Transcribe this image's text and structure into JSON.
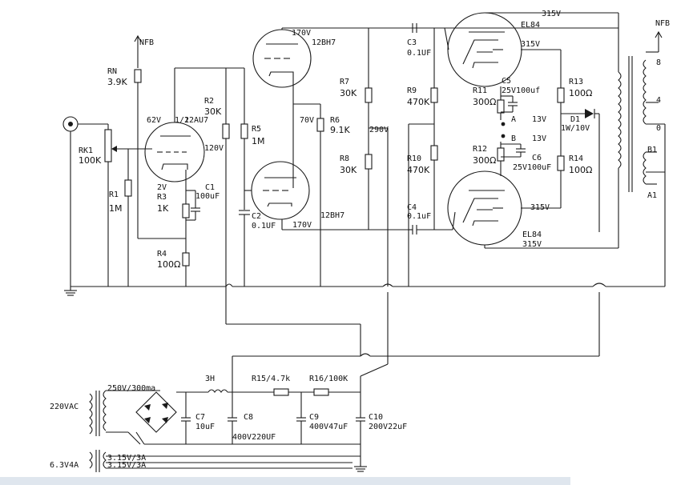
{
  "labels": {
    "nfb_in": "NFB",
    "rn": "RN",
    "rn_val": "3.9K",
    "rk1": "RK1",
    "rk1_val": "100K",
    "r1": "R1",
    "r1_val": "1M",
    "v62": "62V",
    "half": "1/2",
    "tube1": "12AU7",
    "v120": "120V",
    "r2": "R2",
    "r2_val": "30K",
    "r5": "R5",
    "r5_val": "1M",
    "v2": "2V",
    "r3": "R3",
    "r3_val": "1K",
    "c1": "C1",
    "c1_val": "100uF",
    "r4": "R4",
    "r4_val": "100Ω",
    "c2": "C2",
    "c2_val": "0.1UF",
    "v170_top": "170V",
    "tube2": "12BH7",
    "v70": "70V",
    "r6": "R6",
    "r6_val": "9.1K",
    "v170_bot": "170V",
    "tube3": "12BH7",
    "r7": "R7",
    "r7_val": "30K",
    "r8": "R8",
    "r8_val": "30K",
    "v290": "290V",
    "c3": "C3",
    "c3_val": "0.1UF",
    "r9": "R9",
    "r9_val": "470K",
    "r10": "R10",
    "r10_val": "470K",
    "c4": "C4",
    "c4_val": "0.1uF",
    "v315_a": "315V",
    "el84_top": "EL84",
    "v315_b": "315V",
    "r11": "R11",
    "r11_val": "300Ω",
    "c5": "C5",
    "c5_val": "25V100uf",
    "pa": "A",
    "v13_a": "13V",
    "pb": "B",
    "v13_b": "13V",
    "r12": "R12",
    "r12_val": "300Ω",
    "c6": "C6",
    "c6_val": "25V100uF",
    "v315_c": "315V",
    "el84_bot": "EL84",
    "v315_d": "315V",
    "r13": "R13",
    "r13_val": "100Ω",
    "d1": "D1",
    "d1_val": "1W/10V",
    "r14": "R14",
    "r14_val": "100Ω",
    "nfb_out": "NFB",
    "tap8": "8",
    "tap4": "4",
    "tap0": "0",
    "b1": "B1",
    "a1": "A1",
    "hv": "250V/300ma",
    "choke": "3H",
    "r15": "R15/4.7k",
    "r16": "R16/100K",
    "mains": "220VAC",
    "c7": "C7",
    "c7_val": "10uF",
    "c8": "C8",
    "c8_val": "400V220UF",
    "c9": "C9",
    "c9_val": "400V47uF",
    "c10": "C10",
    "c10_val": "200V22uF",
    "heater_in": "6.3V4A",
    "heater_a": "3.15V/3A",
    "heater_b": "3.15V/3A"
  }
}
